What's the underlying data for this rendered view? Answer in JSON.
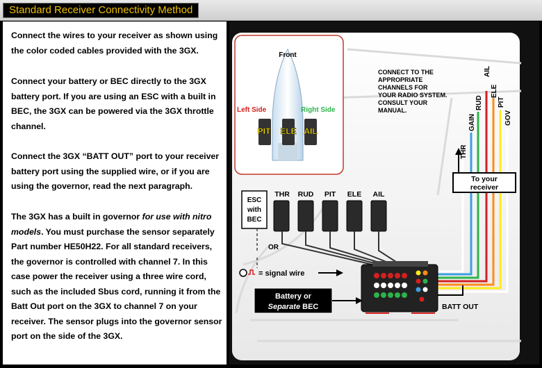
{
  "title": "Standard Receiver Connectivity Method",
  "instructions": {
    "p1": "Connect the wires to your receiver as shown using the color coded cables provided with the 3GX.",
    "p2": "Connect your battery or BEC directly to the 3GX battery port. If you are using an ESC with a built in BEC, the 3GX can be powered via the 3GX throttle channel.",
    "p3": "Connect the 3GX “BATT OUT” port to your receiver battery port using the supplied wire, or if you are using the governor, read the next paragraph.",
    "p4_pre": "The 3GX has a built in governor ",
    "p4_em": "for use with nitro models",
    "p4_post": ". You must purchase the sensor separately Part number HE50H22. For all standard receivers, the governor is controlled with channel 7. In this case power the receiver using a three wire cord, such as the included Sbus cord, running it from the Batt Out port on the 3GX to channel 7 on your receiver. The sensor plugs into the governor sensor port on  the  side of the 3GX."
  },
  "diagram": {
    "inset": {
      "front": "Front",
      "left_side": "Left Side",
      "right_side": "Right Side",
      "servos": [
        "PIT",
        "ELE",
        "AIL"
      ]
    },
    "note": [
      "CONNECT TO THE",
      "APPROPRIATE",
      "CHANNELS FOR",
      "YOUR RADIO SYSTEM.",
      "CONSULT YOUR",
      "MANUAL."
    ],
    "channels": [
      "THR",
      "GAIN",
      "RUD",
      "AIL",
      "ELE",
      "PIT",
      "GOV"
    ],
    "to_receiver": [
      "To your",
      "receiver"
    ],
    "esc": [
      "ESC",
      "with",
      "BEC"
    ],
    "or": "OR",
    "servo_labels": [
      "THR",
      "RUD",
      "PIT",
      "ELE",
      "AIL"
    ],
    "signal_wire": "= signal wire",
    "battery": {
      "line1": "Battery or",
      "line2_em": "Separate",
      "line2_rest": " BEC"
    },
    "batt_out": "BATT OUT",
    "colors": {
      "title": "#f0c000",
      "thr": "#ffffff",
      "gain": "#3aa0e0",
      "rud": "#2db34a",
      "ail": "#d42020",
      "ele": "#ff8c1a",
      "pit": "#ffeb1a",
      "gov": "#ffffff",
      "inset_border": "#c0392b"
    }
  }
}
